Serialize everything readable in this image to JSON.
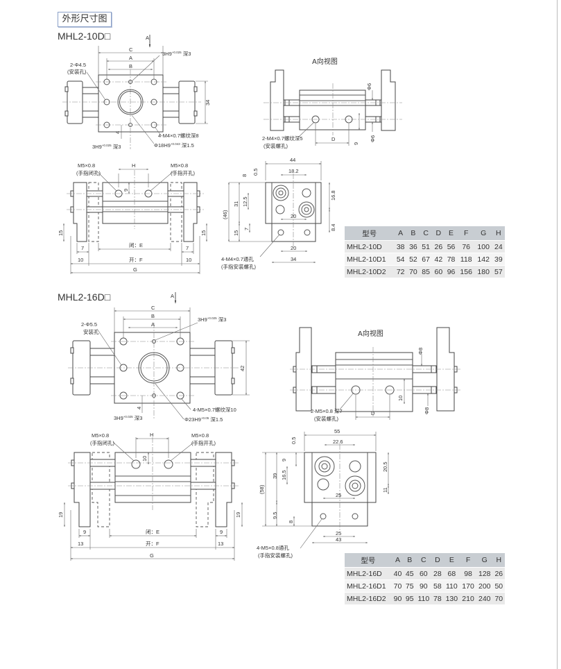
{
  "header": {
    "title": "外形尺寸图"
  },
  "s10": {
    "model": "MHL2-10D□",
    "top": {
      "arrow_a": "A",
      "c": "C",
      "a": "A",
      "b": "B",
      "pin_top": {
        "main": "3H9",
        "up": "+0.025",
        "low": "0",
        "depth": "深3"
      },
      "mount": "2-Φ4.5",
      "mount_note": "(安装孔)",
      "height": "34",
      "offset": "4",
      "thread": "4-M4×0.7螺纹深8",
      "pin_bot": {
        "main": "3H9",
        "up": "+0.025",
        "low": "0",
        "depth": "深3"
      },
      "bore": {
        "main": "Φ18H9",
        "up": "+0.043",
        "low": "0",
        "depth": "深1.5"
      }
    },
    "aview": {
      "title": "A向视图",
      "phi_top": "Φ6",
      "phi_bot": "Φ6",
      "thread": "2-M4×0.7螺纹深5",
      "thread_note": "(安装螺孔)",
      "d": "D",
      "h": "9"
    },
    "finger": {
      "close_port": "M5×0.8",
      "close_note": "(手指闭孔)",
      "h": "H",
      "nine": "9",
      "open_port": "M5×0.8",
      "open_note": "(手指开孔)",
      "left15": "15",
      "right15": "15",
      "left7": "7",
      "right7": "7",
      "e": "闭：E",
      "left10": "10",
      "f": "开：F",
      "right10": "10",
      "g": "G"
    },
    "side": {
      "w44": "44",
      "w18": "18.2",
      "d8": "8",
      "d05": "0.5",
      "h31": "31",
      "h125": "12.5",
      "h46": "(46)",
      "h168": "16.8",
      "w20a": "20",
      "h15": "15",
      "h7": "7",
      "h84": "8.4",
      "w20b": "20",
      "w34": "34",
      "hole": "4-M4×0.7通孔",
      "hole_note": "(手指安装螺孔)"
    },
    "table": {
      "headers": [
        "型号",
        "A",
        "B",
        "C",
        "D",
        "E",
        "F",
        "G",
        "H"
      ],
      "rows": [
        [
          "MHL2-10D",
          "38",
          "36",
          "51",
          "26",
          "56",
          "76",
          "100",
          "24"
        ],
        [
          "MHL2-10D1",
          "54",
          "52",
          "67",
          "42",
          "78",
          "118",
          "142",
          "39"
        ],
        [
          "MHL2-10D2",
          "72",
          "70",
          "85",
          "60",
          "96",
          "156",
          "180",
          "57"
        ]
      ]
    }
  },
  "s16": {
    "model": "MHL2-16D□",
    "top": {
      "arrow_a": "A",
      "c": "C",
      "b": "B",
      "a": "A",
      "pin_top": {
        "main": "3H9",
        "up": "+0.025",
        "low": "0",
        "depth": "深3"
      },
      "mount": "2-Φ5.5",
      "mount_note": "安装孔",
      "height": "42",
      "offset": "4",
      "thread": "4-M5×0.7螺纹深10",
      "pin_bot": {
        "main": "3H9",
        "up": "+0.025",
        "low": "0",
        "depth": "深3"
      },
      "bore": {
        "main": "Φ23H9",
        "up": "+0.05",
        "low": "0",
        "depth": "深1.5"
      }
    },
    "aview": {
      "title": "A向视图",
      "phi_top": "Φ8",
      "phi_bot": "Φ8",
      "thread": "2-M5×0.8 深7",
      "thread_note": "(安装螺孔)",
      "d": "D",
      "h": "10"
    },
    "finger": {
      "close_port": "M5×0.8",
      "close_note": "(手指闭孔)",
      "h": "H",
      "ten": "10",
      "open_port": "M5×0.8",
      "open_note": "(手指开孔)",
      "left19": "19",
      "right19": "19",
      "left9": "9",
      "right9": "9",
      "e": "闭：E",
      "left13": "13",
      "f": "开：F",
      "right13": "13",
      "g": "G"
    },
    "side": {
      "w55": "55",
      "w226": "22.6",
      "d05": "0.5",
      "d9": "9",
      "h39": "39",
      "h165": "16.5",
      "h58": "(58)",
      "h205": "20.5",
      "h11": "11",
      "w25a": "25",
      "h95": "9.5",
      "h8": "8",
      "w25b": "25",
      "w43": "43",
      "hole": "4-M5×0.8通孔",
      "hole_note": "(手指安装螺孔)"
    },
    "table": {
      "headers": [
        "型号",
        "A",
        "B",
        "C",
        "D",
        "E",
        "F",
        "G",
        "H"
      ],
      "rows": [
        [
          "MHL2-16D",
          "40",
          "45",
          "60",
          "28",
          "68",
          "98",
          "128",
          "26"
        ],
        [
          "MHL2-16D1",
          "70",
          "75",
          "90",
          "58",
          "110",
          "170",
          "200",
          "50"
        ],
        [
          "MHL2-16D2",
          "90",
          "95",
          "110",
          "78",
          "130",
          "210",
          "240",
          "70"
        ]
      ]
    }
  }
}
